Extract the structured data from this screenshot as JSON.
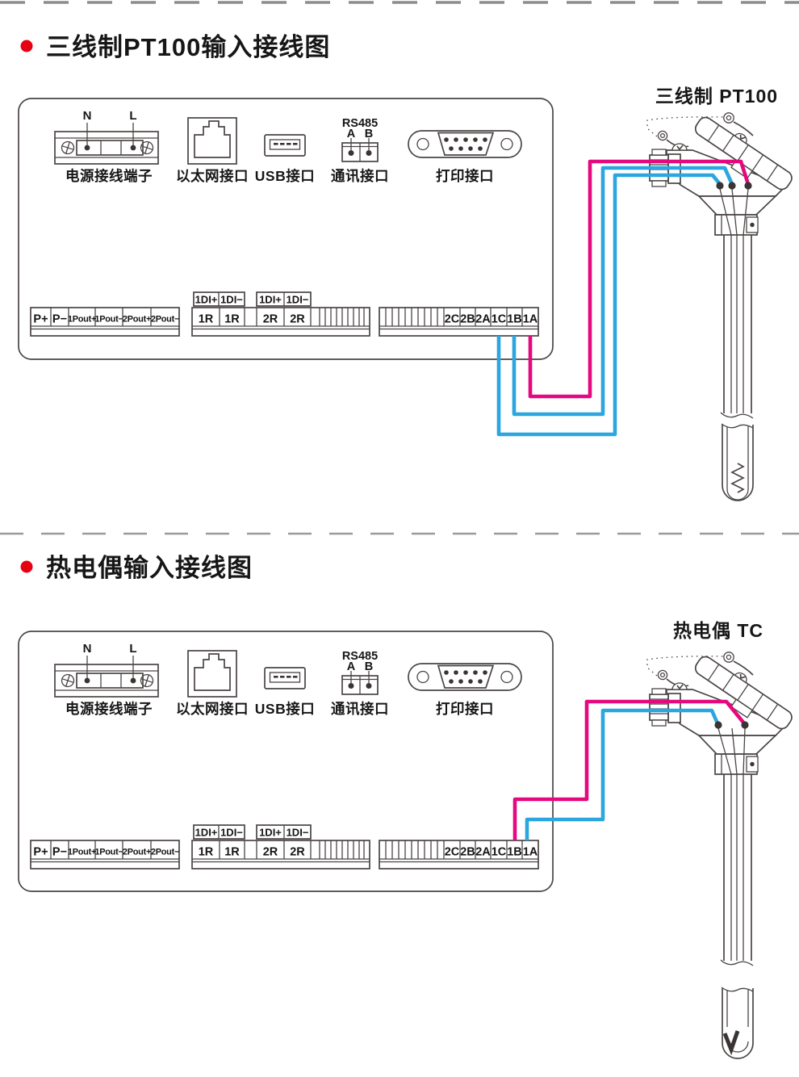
{
  "colors": {
    "wire_magenta": "#E4097E",
    "wire_cyan": "#2BA6DF",
    "bullet_red": "#E60012",
    "line": "#4B4545"
  },
  "diagram1": {
    "title": "三线制PT100输入接线图",
    "sensor_label": "三线制 PT100",
    "ports": {
      "power_n": "N",
      "power_l": "L",
      "power_label": "电源接线端子",
      "ethernet_label": "以太网接口",
      "usb_label": "USB接口",
      "comm_protocol": "RS485",
      "comm_a": "A",
      "comm_b": "B",
      "comm_label": "通讯接口",
      "printer_label": "打印接口"
    },
    "terminals": {
      "pout_row": [
        "P+",
        "P−",
        "1Pout+",
        "1Pout−",
        "2Pout+",
        "2Pout−"
      ],
      "di_row": [
        "1DI+",
        "1DI−",
        "1DI+",
        "1DI−"
      ],
      "relay_row": [
        "1R",
        "1R",
        "2R",
        "2R"
      ],
      "input_row": [
        "2C",
        "2B",
        "2A",
        "1C",
        "1B",
        "1A"
      ]
    }
  },
  "diagram2": {
    "title": "热电偶输入接线图",
    "sensor_label": "热电偶 TC",
    "ports": {
      "power_n": "N",
      "power_l": "L",
      "power_label": "电源接线端子",
      "ethernet_label": "以太网接口",
      "usb_label": "USB接口",
      "comm_protocol": "RS485",
      "comm_a": "A",
      "comm_b": "B",
      "comm_label": "通讯接口",
      "printer_label": "打印接口"
    },
    "terminals": {
      "pout_row": [
        "P+",
        "P−",
        "1Pout+",
        "1Pout−",
        "2Pout+",
        "2Pout−"
      ],
      "di_row": [
        "1DI+",
        "1DI−",
        "1DI+",
        "1DI−"
      ],
      "relay_row": [
        "1R",
        "1R",
        "2R",
        "2R"
      ],
      "input_row": [
        "2C",
        "2B",
        "2A",
        "1C",
        "1B",
        "1A"
      ]
    }
  }
}
